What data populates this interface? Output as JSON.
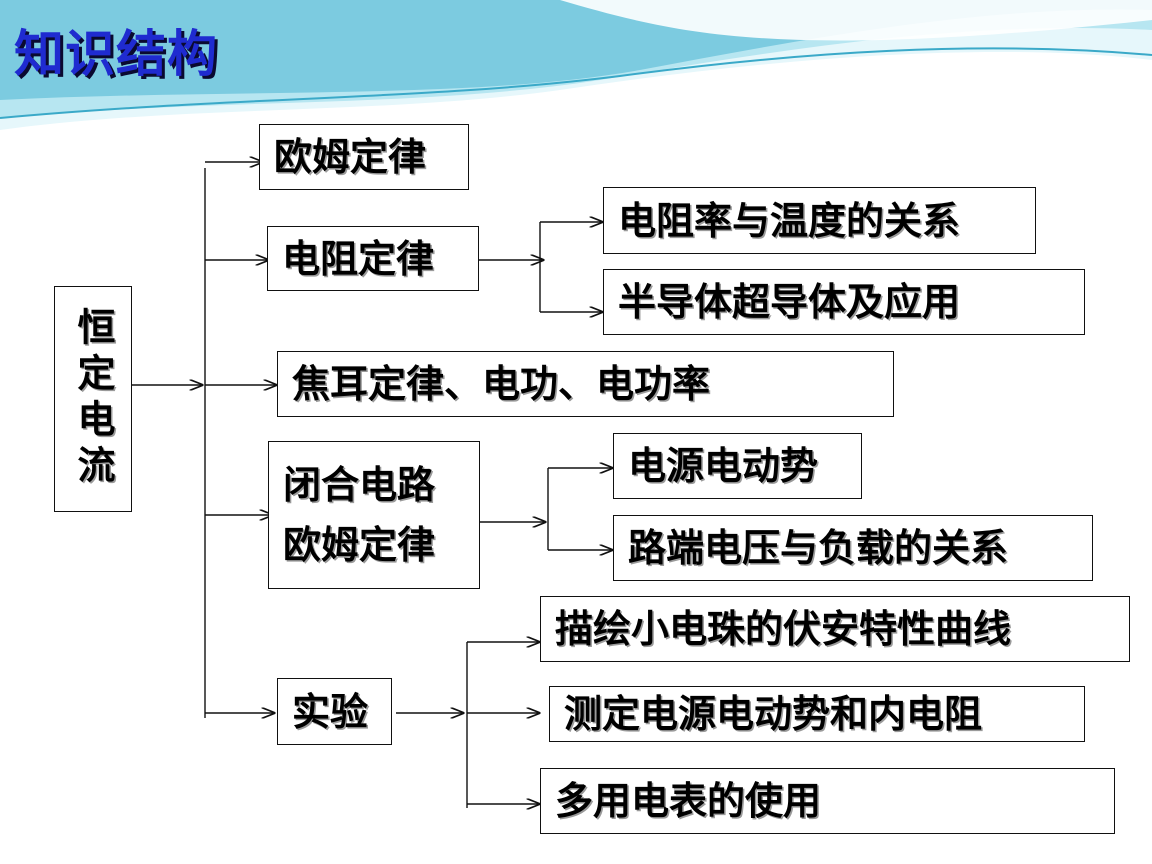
{
  "slide_title": "知识结构",
  "root": {
    "label": "恒定电流"
  },
  "level1": {
    "ohm_law": "欧姆定律",
    "resistance_law": "电阻定律",
    "joule_law": "焦耳定律、电功、电功率",
    "closed_circuit": [
      "闭合电路",
      "欧姆定律"
    ],
    "experiments": "实验"
  },
  "level2": {
    "resistivity_temp": "电阻率与温度的关系",
    "semiconductor": "半导体超导体及应用",
    "emf": "电源电动势",
    "terminal_voltage": "路端电压与负载的关系",
    "bulb_iv_curve": "描绘小电珠的伏安特性曲线",
    "measure_emf": "测定电源电动势和内电阻",
    "multimeter": "多用电表的使用"
  },
  "colors": {
    "title": "#1f2bd0",
    "wave_light": "#cfeff6",
    "wave_mid": "#8fd6e6",
    "wave_dark": "#3aa9c8"
  }
}
